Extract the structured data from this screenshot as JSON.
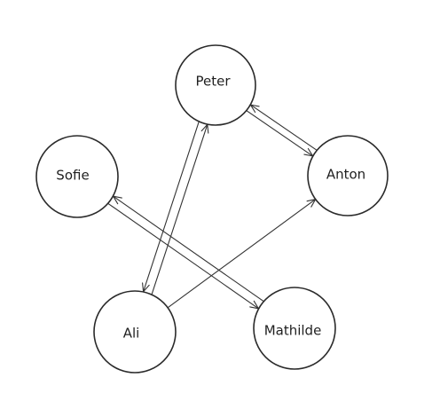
{
  "diagram": {
    "nodes": [
      {
        "id": "peter",
        "label": "Peter"
      },
      {
        "id": "anton",
        "label": "Anton"
      },
      {
        "id": "sofie",
        "label": "Sofie"
      },
      {
        "id": "ali",
        "label": "Ali"
      },
      {
        "id": "mathilde",
        "label": "Mathilde"
      }
    ],
    "edges": [
      {
        "from": "peter",
        "to": "anton"
      },
      {
        "from": "anton",
        "to": "peter"
      },
      {
        "from": "sofie",
        "to": "mathilde"
      },
      {
        "from": "mathilde",
        "to": "sofie"
      },
      {
        "from": "ali",
        "to": "peter"
      },
      {
        "from": "peter",
        "to": "ali"
      },
      {
        "from": "ali",
        "to": "anton"
      }
    ]
  }
}
